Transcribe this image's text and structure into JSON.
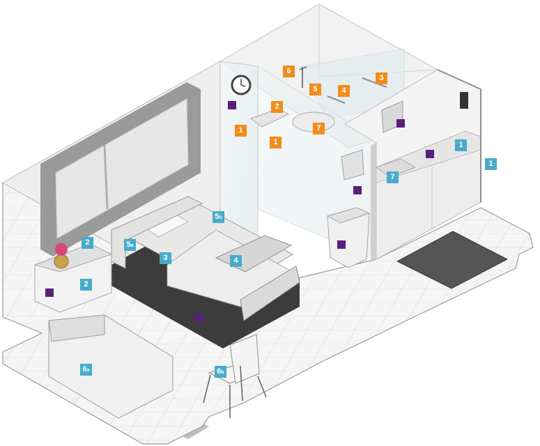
{
  "colors": {
    "blue_badge": "#48abc9",
    "orange_badge": "#f28c1a",
    "purple_marker": "#5a1f7a",
    "floor_tile": "#f4f4f4",
    "wall": "#e6e6e6",
    "dark_frame": "#8a8a8a"
  },
  "badges": {
    "b_sink_left_1": {
      "num": "1",
      "sub": "",
      "color": "orange"
    },
    "b_sink_left_1b": {
      "num": "1",
      "sub": "",
      "color": "orange"
    },
    "b_grab_bar_2": {
      "num": "2",
      "sub": "",
      "color": "orange"
    },
    "b_grab_bar_3": {
      "num": "3",
      "sub": "",
      "color": "orange"
    },
    "b_grab_bar_4": {
      "num": "4",
      "sub": "",
      "color": "orange"
    },
    "b_handle_5": {
      "num": "5",
      "sub": "",
      "color": "orange"
    },
    "b_shower_6": {
      "num": "6",
      "sub": "",
      "color": "orange"
    },
    "b_toilet_7": {
      "num": "7",
      "sub": "",
      "color": "orange"
    },
    "b_phone_1": {
      "num": "1",
      "sub": "",
      "color": "blue"
    },
    "b_wall_1": {
      "num": "1",
      "sub": "",
      "color": "blue"
    },
    "b_nightstand_2": {
      "num": "2",
      "sub": "",
      "color": "blue"
    },
    "b_nightstand_2b": {
      "num": "2",
      "sub": "",
      "color": "blue"
    },
    "b_bed_3": {
      "num": "3",
      "sub": "",
      "color": "blue"
    },
    "b_table_4": {
      "num": "4",
      "sub": "",
      "color": "blue"
    },
    "b_rail_5a": {
      "num": "5",
      "sub": "a",
      "color": "blue"
    },
    "b_rail_5b": {
      "num": "5",
      "sub": "b",
      "color": "blue"
    },
    "b_sofa_6a": {
      "num": "6",
      "sub": "a",
      "color": "blue"
    },
    "b_chair_6b": {
      "num": "6",
      "sub": "b",
      "color": "blue"
    },
    "b_sink_7": {
      "num": "7",
      "sub": "",
      "color": "blue"
    }
  }
}
